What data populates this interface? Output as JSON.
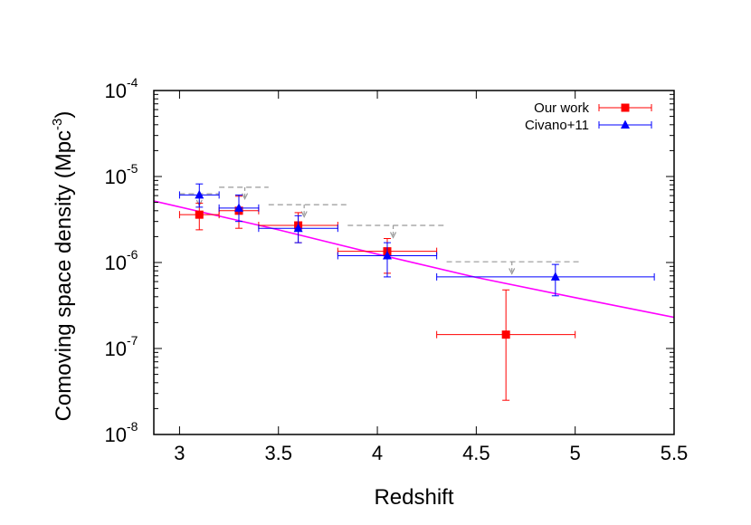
{
  "chart_data": {
    "type": "scatter",
    "xlabel": "Redshift",
    "ylabel": "Comoving space density (Mpc",
    "ylabel_exponent": "-3",
    "ylabel_close": ")",
    "xlim": [
      2.87,
      5.5
    ],
    "ylim": [
      1e-08,
      0.0001
    ],
    "yscale": "log",
    "x_ticks": [
      {
        "value": 3.0,
        "label": "3"
      },
      {
        "value": 3.5,
        "label": "3.5"
      },
      {
        "value": 4.0,
        "label": "4"
      },
      {
        "value": 4.5,
        "label": "4.5"
      },
      {
        "value": 5.0,
        "label": "5"
      },
      {
        "value": 5.5,
        "label": "5.5"
      }
    ],
    "y_ticks": [
      {
        "value": 1e-08,
        "base": "10",
        "exp": "-8"
      },
      {
        "value": 1e-07,
        "base": "10",
        "exp": "-7"
      },
      {
        "value": 1e-06,
        "base": "10",
        "exp": "-6"
      },
      {
        "value": 1e-05,
        "base": "10",
        "exp": "-5"
      },
      {
        "value": 0.0001,
        "base": "10",
        "exp": "-4"
      }
    ],
    "grid": false,
    "legend_position": "top-right",
    "series": [
      {
        "name": "Our work",
        "color": "#ff0000",
        "marker": "square",
        "points": [
          {
            "x": 3.1,
            "xerr": [
              3.0,
              3.2
            ],
            "y": 3.6e-06,
            "yerr": [
              2.4e-06,
              4.9e-06
            ]
          },
          {
            "x": 3.3,
            "xerr": [
              3.2,
              3.4
            ],
            "y": 4e-06,
            "yerr": [
              2.5e-06,
              5.9e-06
            ]
          },
          {
            "x": 3.6,
            "xerr": [
              3.4,
              3.8
            ],
            "y": 2.7e-06,
            "yerr": [
              1.7e-06,
              3.8e-06
            ]
          },
          {
            "x": 4.05,
            "xerr": [
              3.8,
              4.3
            ],
            "y": 1.35e-06,
            "yerr": [
              7.5e-07,
              1.9e-06
            ]
          },
          {
            "x": 4.65,
            "xerr": [
              4.3,
              5.0
            ],
            "y": 1.45e-07,
            "yerr": [
              2.5e-08,
              4.8e-07
            ]
          }
        ]
      },
      {
        "name": "Civano+11",
        "color": "#0000ff",
        "marker": "triangle",
        "points": [
          {
            "x": 3.1,
            "xerr": [
              3.0,
              3.2
            ],
            "y": 6.1e-06,
            "yerr": [
              4.4e-06,
              8.2e-06
            ]
          },
          {
            "x": 3.3,
            "xerr": [
              3.2,
              3.4
            ],
            "y": 4.3e-06,
            "yerr": [
              3e-06,
              6.1e-06
            ]
          },
          {
            "x": 3.6,
            "xerr": [
              3.4,
              3.8
            ],
            "y": 2.5e-06,
            "yerr": [
              1.7e-06,
              3.5e-06
            ]
          },
          {
            "x": 4.05,
            "xerr": [
              3.8,
              4.3
            ],
            "y": 1.2e-06,
            "yerr": [
              6.8e-07,
              1.7e-06
            ]
          },
          {
            "x": 4.9,
            "xerr": [
              4.3,
              5.4
            ],
            "y": 6.8e-07,
            "yerr": [
              4.1e-07,
              9.5e-07
            ]
          }
        ]
      }
    ],
    "upper_limits": {
      "color": "#999999",
      "style": "dashed",
      "limits": [
        {
          "x": 3.1,
          "xrange": [
            3.0,
            3.2
          ],
          "y": 6.3e-06,
          "arrow_to": 4.6e-06
        },
        {
          "x": 3.33,
          "xrange": [
            3.2,
            3.45
          ],
          "y": 7.5e-06,
          "arrow_to": 5.5e-06
        },
        {
          "x": 3.63,
          "xrange": [
            3.45,
            3.85
          ],
          "y": 4.7e-06,
          "arrow_to": 3.4e-06
        },
        {
          "x": 4.08,
          "xrange": [
            3.85,
            4.35
          ],
          "y": 2.7e-06,
          "arrow_to": 1.95e-06
        },
        {
          "x": 4.68,
          "xrange": [
            4.35,
            5.02
          ],
          "y": 1.02e-06,
          "arrow_to": 7.4e-07
        }
      ]
    },
    "model_curve": {
      "color": "#ff00ff",
      "points": [
        {
          "x": 2.87,
          "y": 5.2e-06
        },
        {
          "x": 3.5,
          "y": 2.4e-06
        },
        {
          "x": 4.0,
          "y": 1.25e-06
        },
        {
          "x": 4.5,
          "y": 6.7e-07
        },
        {
          "x": 5.0,
          "y": 3.9e-07
        },
        {
          "x": 5.5,
          "y": 2.3e-07
        }
      ]
    }
  }
}
